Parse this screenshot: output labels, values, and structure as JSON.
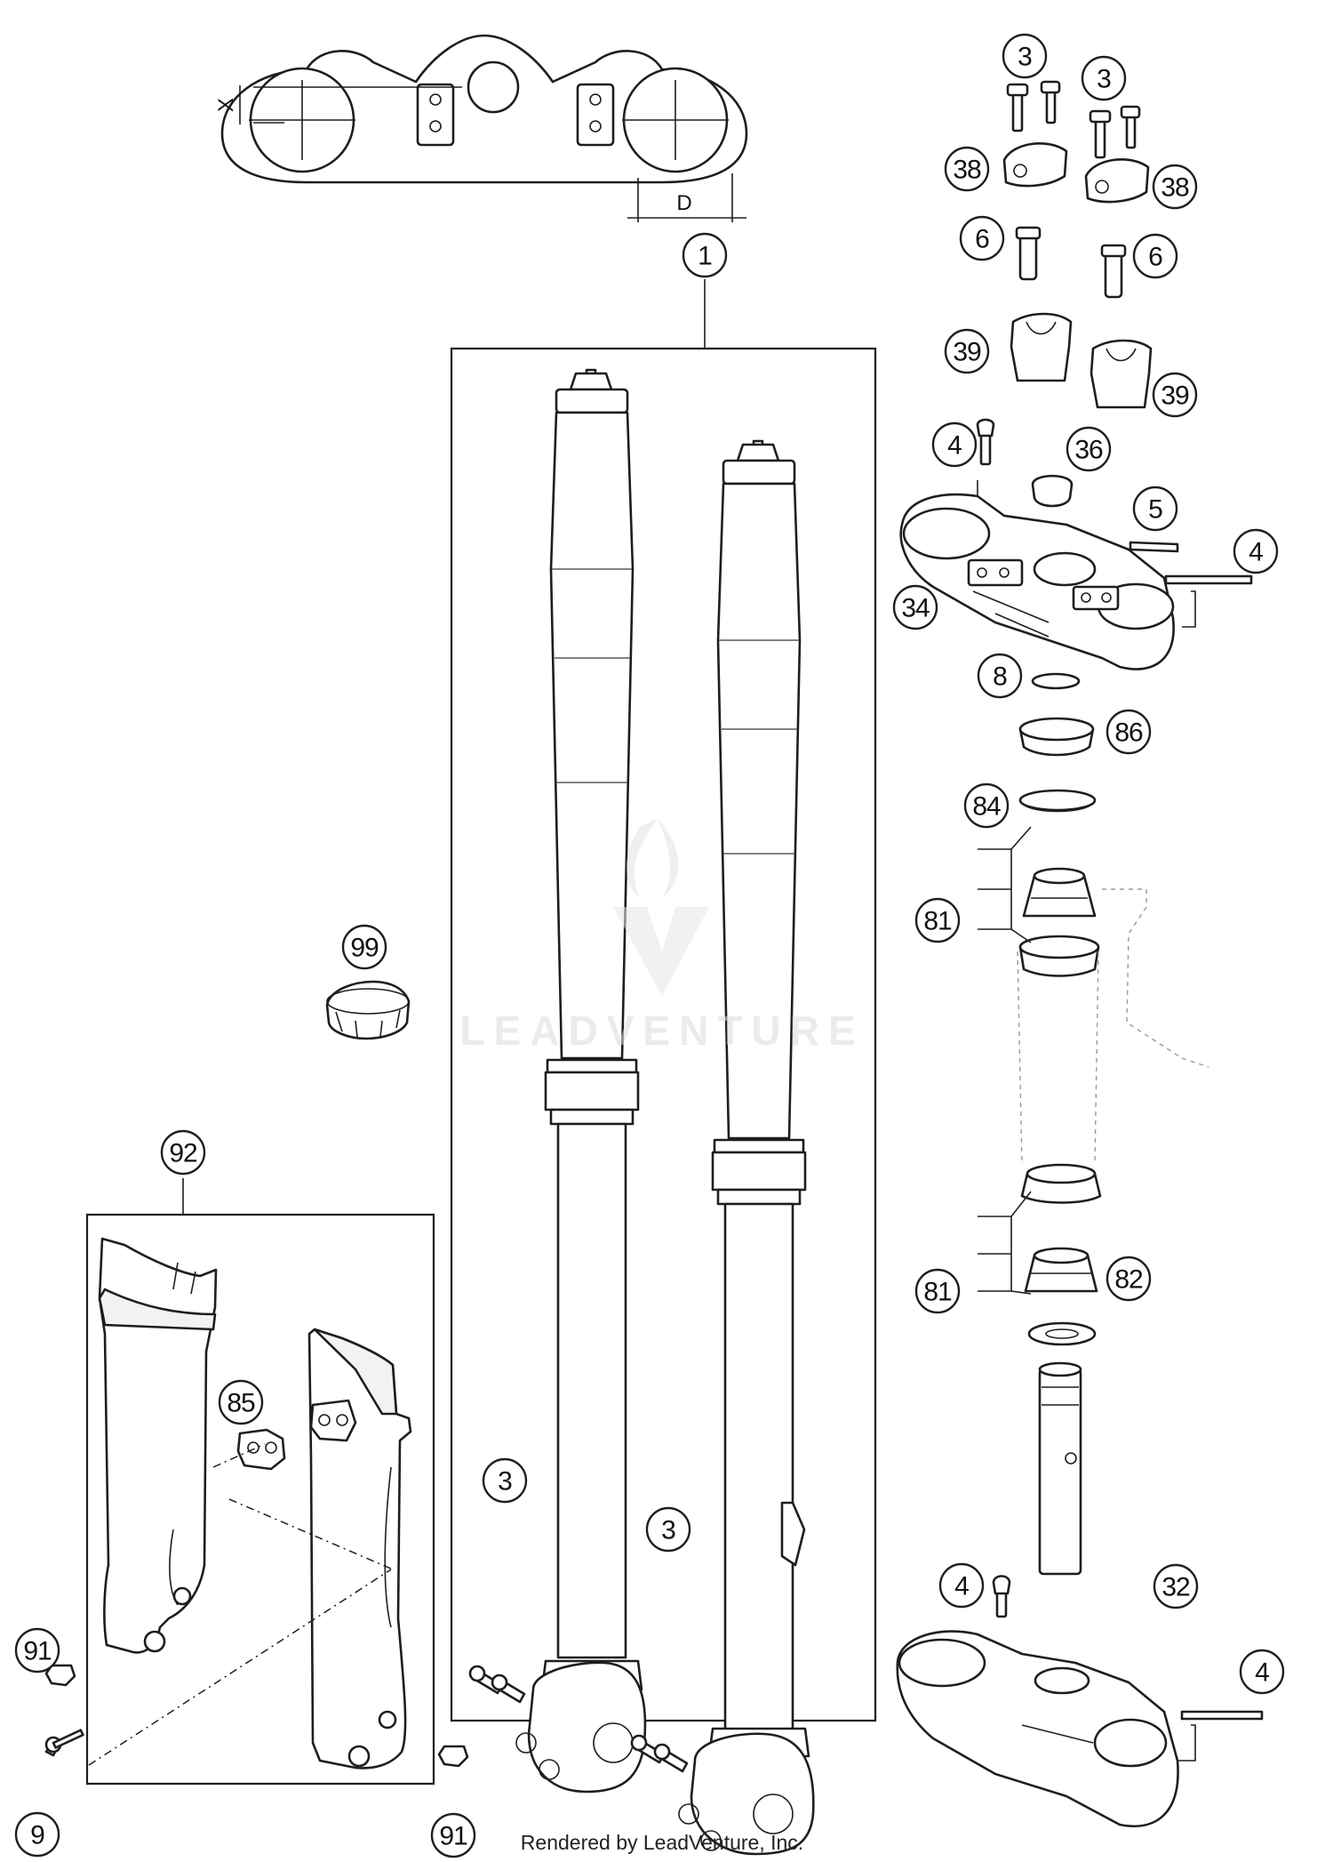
{
  "diagram": {
    "dimensions": {
      "x_label": "X",
      "d_label": "D"
    },
    "watermark": "LEADVENTURE",
    "footer": "Rendered by LeadVenture, Inc.",
    "callouts": [
      {
        "id": "c-1",
        "label": "1"
      },
      {
        "id": "c-3a",
        "label": "3"
      },
      {
        "id": "c-3b",
        "label": "3"
      },
      {
        "id": "c-38a",
        "label": "38"
      },
      {
        "id": "c-38b",
        "label": "38"
      },
      {
        "id": "c-6a",
        "label": "6"
      },
      {
        "id": "c-6b",
        "label": "6"
      },
      {
        "id": "c-39a",
        "label": "39"
      },
      {
        "id": "c-39b",
        "label": "39"
      },
      {
        "id": "c-4a",
        "label": "4"
      },
      {
        "id": "c-36",
        "label": "36"
      },
      {
        "id": "c-5",
        "label": "5"
      },
      {
        "id": "c-4b",
        "label": "4"
      },
      {
        "id": "c-34",
        "label": "34"
      },
      {
        "id": "c-8",
        "label": "8"
      },
      {
        "id": "c-86",
        "label": "86"
      },
      {
        "id": "c-84",
        "label": "84"
      },
      {
        "id": "c-81a",
        "label": "81"
      },
      {
        "id": "c-81b",
        "label": "81"
      },
      {
        "id": "c-82",
        "label": "82"
      },
      {
        "id": "c-4c",
        "label": "4"
      },
      {
        "id": "c-32",
        "label": "32"
      },
      {
        "id": "c-4d",
        "label": "4"
      },
      {
        "id": "c-99",
        "label": "99"
      },
      {
        "id": "c-92",
        "label": "92"
      },
      {
        "id": "c-85",
        "label": "85"
      },
      {
        "id": "c-3c",
        "label": "3"
      },
      {
        "id": "c-3d",
        "label": "3"
      },
      {
        "id": "c-91a",
        "label": "91"
      },
      {
        "id": "c-9",
        "label": "9"
      },
      {
        "id": "c-91b",
        "label": "91"
      }
    ]
  }
}
